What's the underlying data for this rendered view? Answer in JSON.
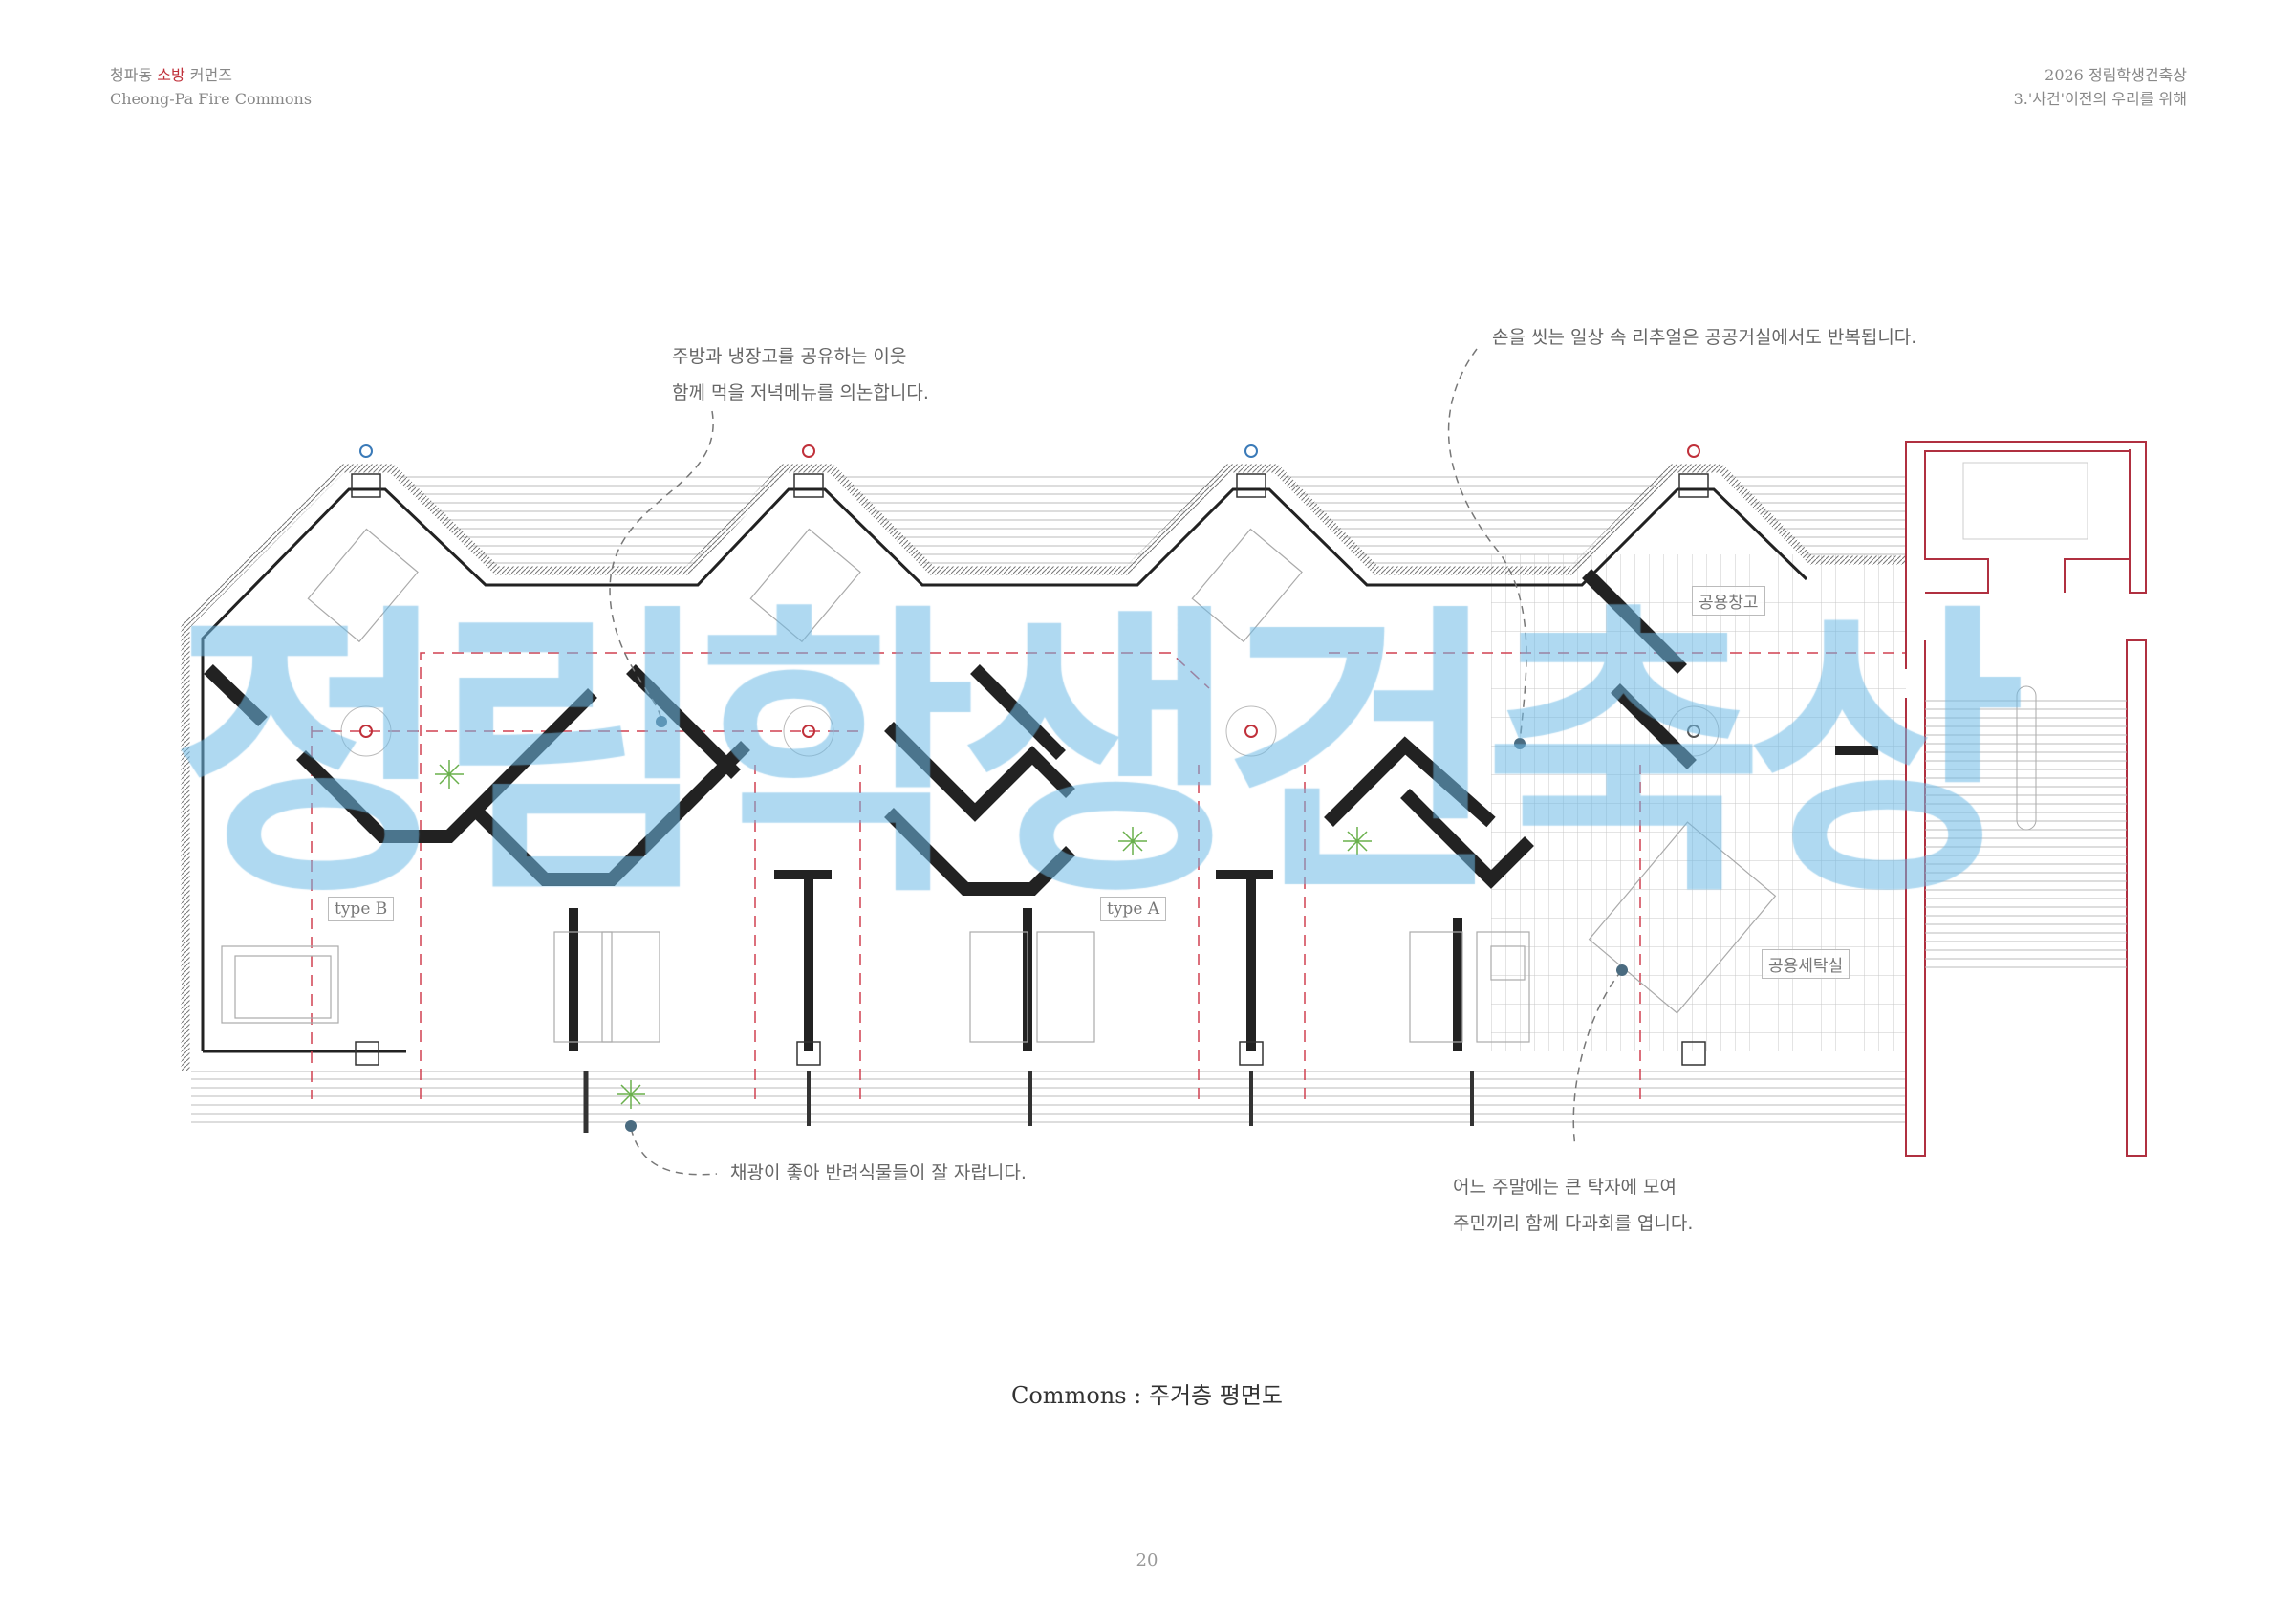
{
  "header": {
    "left_title_pre": "청파동 ",
    "left_title_accent": "소방",
    "left_title_post": " 커먼즈",
    "left_subtitle": "Cheong-Pa Fire Commons",
    "right_title": "2026 정림학생건축상",
    "right_subtitle": "3.'사건'이전의 우리를 위해"
  },
  "annotations": {
    "kitchen_line1": "주방과 냉장고를 공유하는 이웃",
    "kitchen_line2": "함께 먹을 저녁메뉴를 의논합니다.",
    "washing": "손을 씻는 일상 속 리추얼은 공공거실에서도 반복됩니다.",
    "plants": "채광이 좋아 반려식물들이 잘 자랍니다.",
    "weekend_line1": "어느 주말에는 큰 탁자에 모여",
    "weekend_line2": "주민끼리 함께 다과회를 엽니다."
  },
  "rooms": {
    "type_b": "type B",
    "type_a": "type A",
    "storage": "공용창고",
    "laundry": "공용세탁실"
  },
  "caption": "Commons : 주거층 평면도",
  "page_number": "20",
  "watermark": "정림학생건축상",
  "colors": {
    "accent_red": "#c0303a",
    "grid_red": "#d04050",
    "watermark": "#6eb9e6",
    "marker_blue": "#3a7ab8"
  }
}
